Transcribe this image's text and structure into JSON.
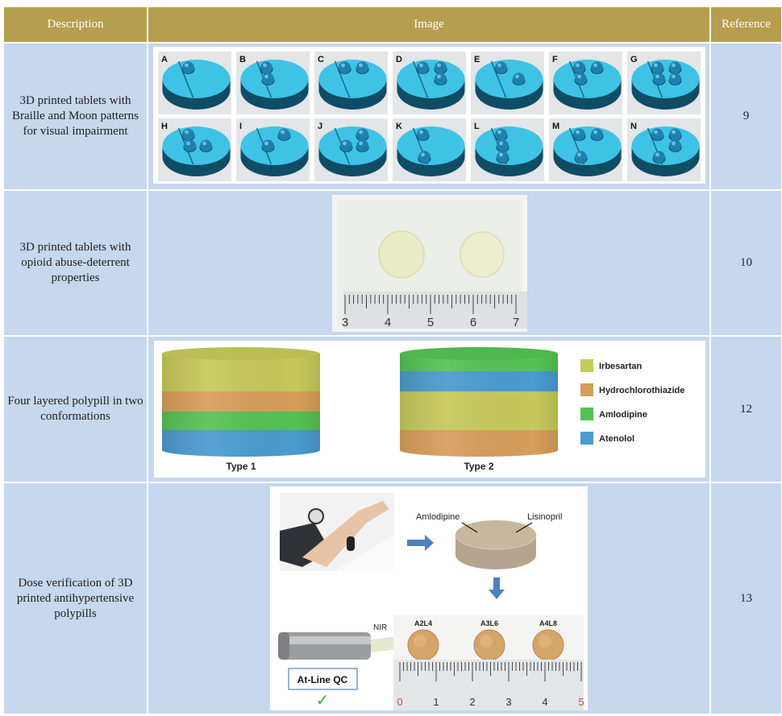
{
  "table": {
    "headers": {
      "description": "Description",
      "image": "Image",
      "reference": "Reference"
    },
    "rows": [
      {
        "description": "3D printed tablets with Braille and Moon patterns for visual impairment",
        "reference": "9",
        "figure": {
          "tablet_labels": [
            "A",
            "B",
            "C",
            "D",
            "E",
            "F",
            "G",
            "H",
            "I",
            "J",
            "K",
            "L",
            "M",
            "N"
          ]
        }
      },
      {
        "description": "3D printed tablets with opioid abuse-deterrent properties",
        "reference": "10",
        "figure": {
          "ruler_labels": [
            "3",
            "4",
            "5",
            "6",
            "7"
          ]
        }
      },
      {
        "description": "Four layered polypill in two conformations",
        "reference": "12",
        "figure": {
          "type1_label": "Type 1",
          "type2_label": "Type 2",
          "legend": [
            {
              "label": "Irbesartan",
              "color": "#c5c95a"
            },
            {
              "label": "Hydrochlorothiazide",
              "color": "#d69e5a"
            },
            {
              "label": "Amlodipine",
              "color": "#55c155"
            },
            {
              "label": "Atenolol",
              "color": "#4a9bd0"
            }
          ],
          "type1_layers_top_to_bottom": [
            "Irbesartan",
            "Hydrochlorothiazide",
            "Amlodipine",
            "Atenolol"
          ],
          "type2_layers_top_to_bottom": [
            "Amlodipine",
            "Atenolol",
            "Irbesartan",
            "Hydrochlorothiazide"
          ]
        }
      },
      {
        "description": "Dose verification of 3D printed antihypertensive polypills",
        "reference": "13",
        "figure": {
          "label_left": "Amlodipine",
          "label_right": "Lisinopril",
          "nir_label": "NIR",
          "qc_label": "At-Line QC",
          "check_mark": "✓",
          "pill_labels": [
            "A2L4",
            "A3L6",
            "A4L8"
          ],
          "ruler_labels": [
            "0",
            "1",
            "2",
            "3",
            "4",
            "5"
          ]
        }
      }
    ]
  }
}
